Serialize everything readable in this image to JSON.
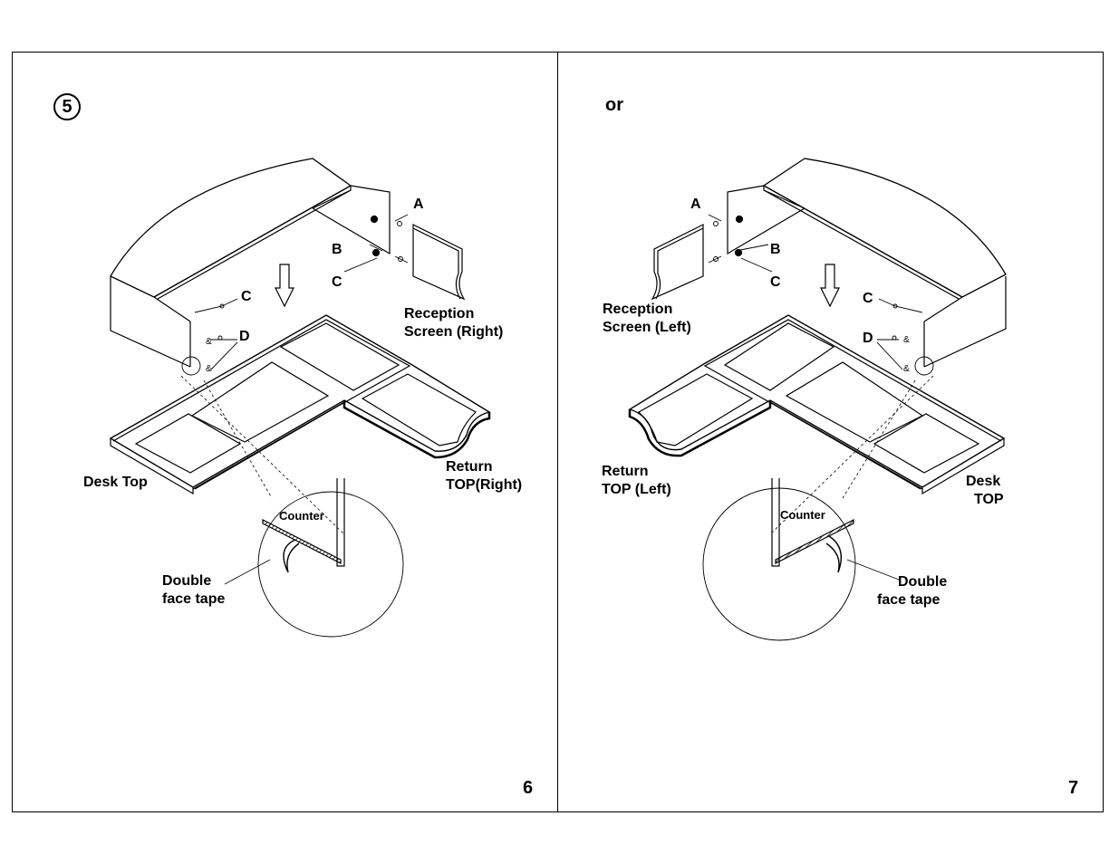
{
  "left_page": {
    "step_number": "5",
    "page_number": "6",
    "labels": {
      "a": "A",
      "b": "B",
      "c_top": "C",
      "c_low": "C",
      "d": "D",
      "screen_line1": "Reception",
      "screen_line2": "Screen (Right)",
      "desk_top": "Desk Top",
      "return_line1": "Return",
      "return_line2": "TOP(Right)",
      "counter": "Counter",
      "tape_line1": "Double",
      "tape_line2": "face tape"
    }
  },
  "right_page": {
    "heading": "or",
    "page_number": "7",
    "labels": {
      "a": "A",
      "b": "B",
      "c_top": "C",
      "c_low": "C",
      "d": "D",
      "screen_line1": "Reception",
      "screen_line2": "Screen (Left)",
      "desk_line1": "Desk",
      "desk_line2": "TOP",
      "return_line1": "Return",
      "return_line2": "TOP (Left)",
      "counter": "Counter",
      "tape_line1": "Double",
      "tape_line2": "face tape"
    }
  }
}
